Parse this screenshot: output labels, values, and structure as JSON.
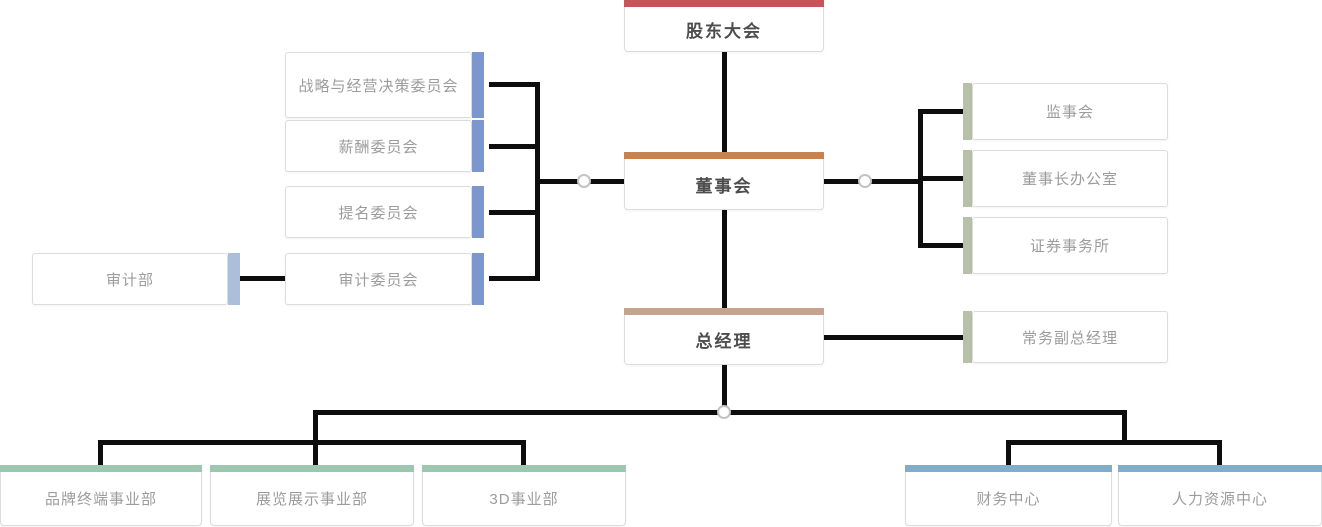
{
  "org_chart": {
    "root": {
      "label": "股东大会"
    },
    "board": {
      "label": "董事会"
    },
    "general_manager": {
      "label": "总经理"
    },
    "board_committees": [
      {
        "label": "战略与经营决策委员会"
      },
      {
        "label": "薪酬委员会"
      },
      {
        "label": "提名委员会"
      },
      {
        "label": "审计委员会"
      }
    ],
    "audit_department": {
      "label": "审计部"
    },
    "board_support": [
      {
        "label": "监事会"
      },
      {
        "label": "董事长办公室"
      },
      {
        "label": "证券事务所"
      }
    ],
    "deputy_general_manager": {
      "label": "常务副总经理"
    },
    "business_divisions": [
      {
        "label": "品牌终端事业部"
      },
      {
        "label": "展览展示事业部"
      },
      {
        "label": "3D事业部"
      }
    ],
    "centers": [
      {
        "label": "财务中心"
      },
      {
        "label": "人力资源中心"
      }
    ],
    "colors": {
      "root_bar": "#c85459",
      "board_bar": "#c8824e",
      "gm_bar": "#c6a38e",
      "committee_bar": "#7b97ce",
      "audit_dept_bar": "#abbeda",
      "board_support_bar": "#b7c0a8",
      "division_bar": "#9cc7b1",
      "center_bar": "#82adc9",
      "connector": "#0d0d0d"
    }
  }
}
